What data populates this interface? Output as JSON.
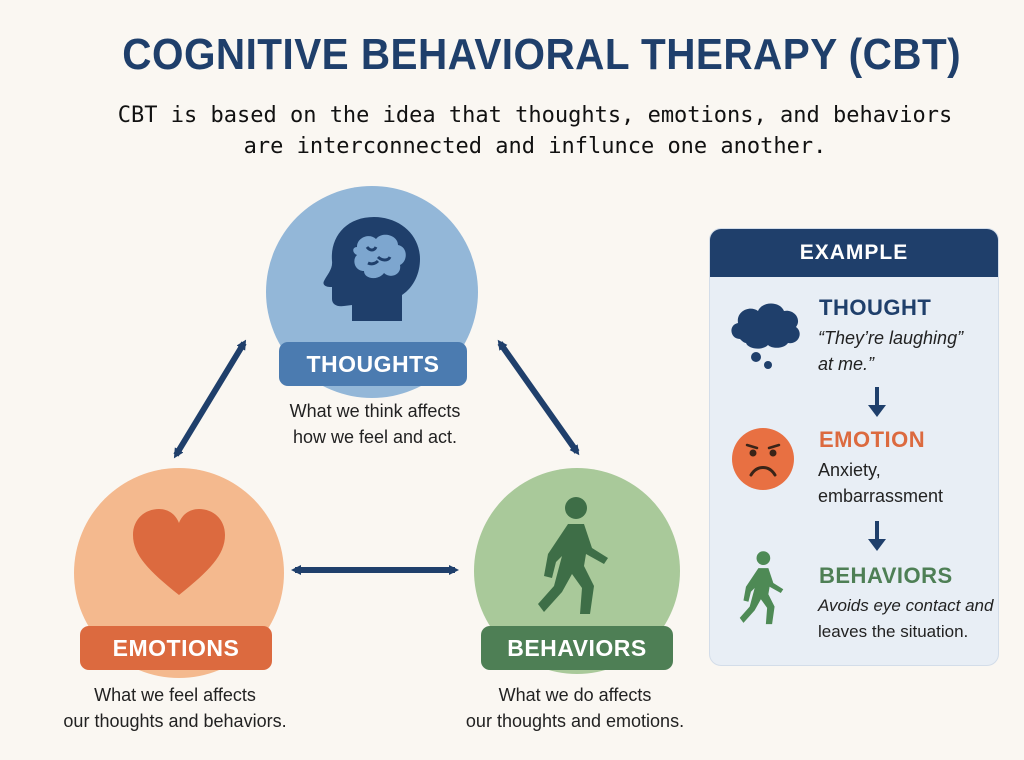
{
  "title": "COGNITIVE BEHAVIORAL THERAPY (CBT)",
  "subtitle": {
    "line1": "CBT is based on the idea that thoughts, emotions, and behaviors",
    "line2": "are interconnected and influnce one another."
  },
  "nodes": {
    "thoughts": {
      "label": "THOUGHTS",
      "desc_line1": "What we think affects",
      "desc_line2": "how we feel and act.",
      "icon": "head-brain-icon",
      "color": "#4b7bb0",
      "bg": "#93b7d8"
    },
    "emotions": {
      "label": "EMOTIONS",
      "desc_line1": "What we feel affects",
      "desc_line2": "our thoughts and behaviors.",
      "icon": "heart-icon",
      "color": "#dc6a3f",
      "bg": "#f4b98e"
    },
    "behaviors": {
      "label": "BEHAVIORS",
      "desc_line1": "What we do affects",
      "desc_line2": "our thoughts and emotions.",
      "icon": "walking-person-icon",
      "color": "#4e7f55",
      "bg": "#a9c99a"
    }
  },
  "example": {
    "header": "EXAMPLE",
    "thought": {
      "heading": "THOUGHT",
      "line1": "“They’re laughing”",
      "line2": "at me.”",
      "icon": "thought-cloud-icon"
    },
    "emotion": {
      "heading": "EMOTION",
      "line1": "Anxiety,",
      "line2": "embarrassment",
      "icon": "sad-face-icon"
    },
    "behavior": {
      "heading": "BEHAVIORS",
      "line1": "Avoids eye contact and",
      "line2": "leaves the situation.",
      "icon": "walking-person-icon"
    }
  },
  "colors": {
    "navy": "#1f3f6b",
    "blue": "#4b7bb0",
    "orange": "#dc6a3f",
    "green": "#4e7f55"
  }
}
